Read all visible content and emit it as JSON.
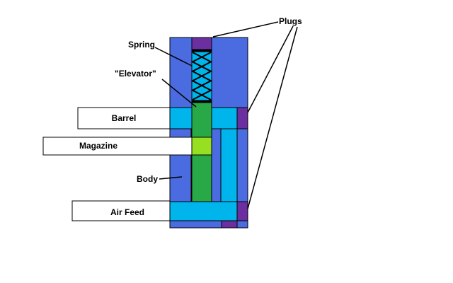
{
  "diagram": {
    "labels": {
      "spring": "Spring",
      "elevator": "\"Elevator\"",
      "barrel": "Barrel",
      "magazine": "Magazine",
      "body": "Body",
      "air_feed": "Air Feed",
      "plugs": "Plugs"
    },
    "colors": {
      "body_blue": "#4a6ce0",
      "channel_cyan": "#00b4ec",
      "elevator_green": "#29a847",
      "magazine_lime": "#97df21",
      "plug_purple": "#6b2fa0",
      "outline_black": "#000000",
      "label_box_white": "#ffffff",
      "background": "#ffffff"
    }
  }
}
